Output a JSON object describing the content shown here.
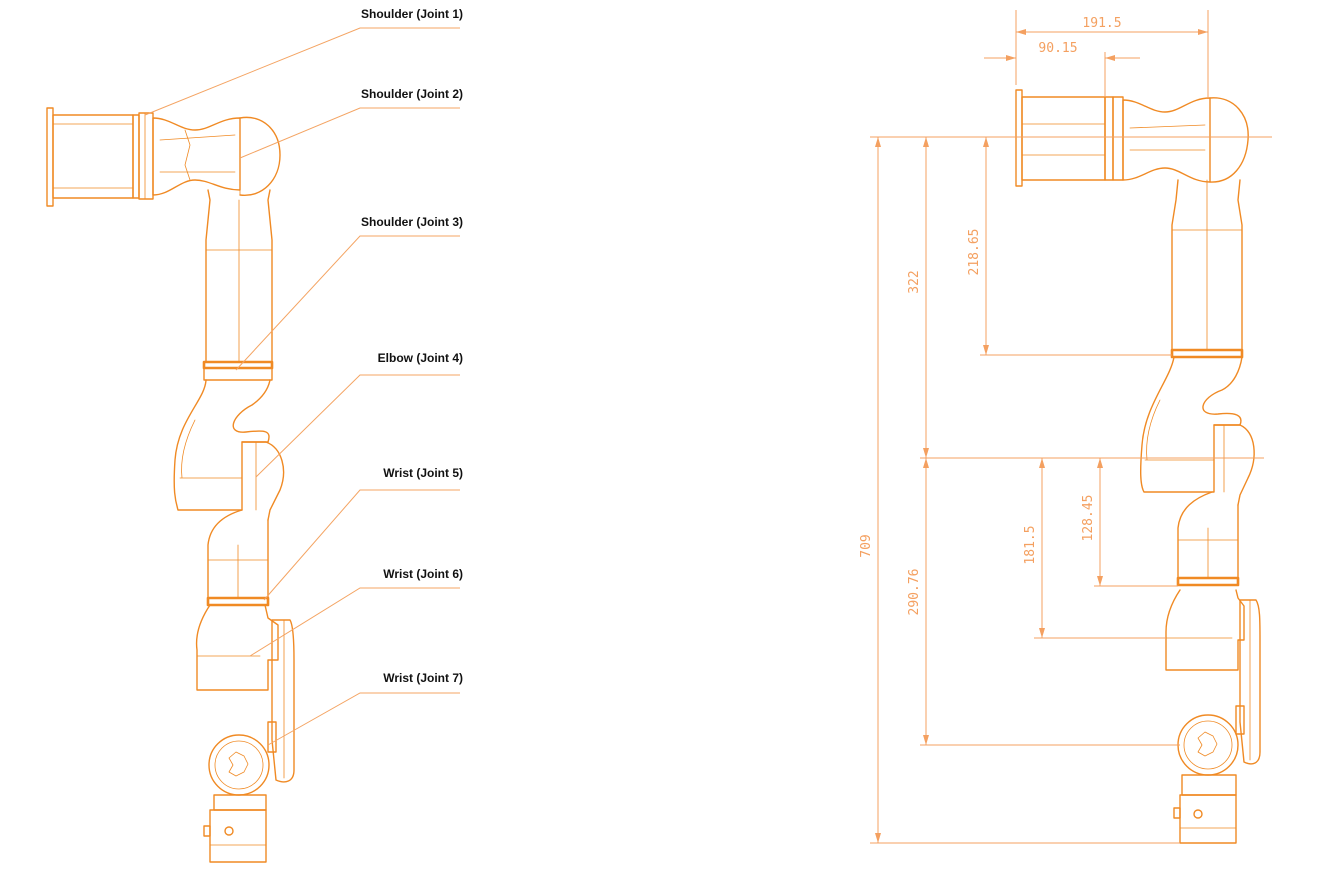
{
  "labels": {
    "j1": "Shoulder (Joint 1)",
    "j2": "Shoulder (Joint 2)",
    "j3": "Shoulder (Joint 3)",
    "j4": "Elbow (Joint 4)",
    "j5": "Wrist (Joint 5)",
    "j6": "Wrist (Joint 6)",
    "j7": "Wrist (Joint 7)"
  },
  "dimensions": {
    "top_total": "191.5",
    "top_partial": "90.15",
    "v_total": "709",
    "v_upper": "322",
    "v_upper_inner": "218.65",
    "v_lower": "290.76",
    "v_lower_mid": "181.5",
    "v_lower_inner": "128.45"
  },
  "colors": {
    "robot_outline": "#f08a24",
    "dimension_lines": "#f4a060",
    "label_text": "#111111"
  }
}
